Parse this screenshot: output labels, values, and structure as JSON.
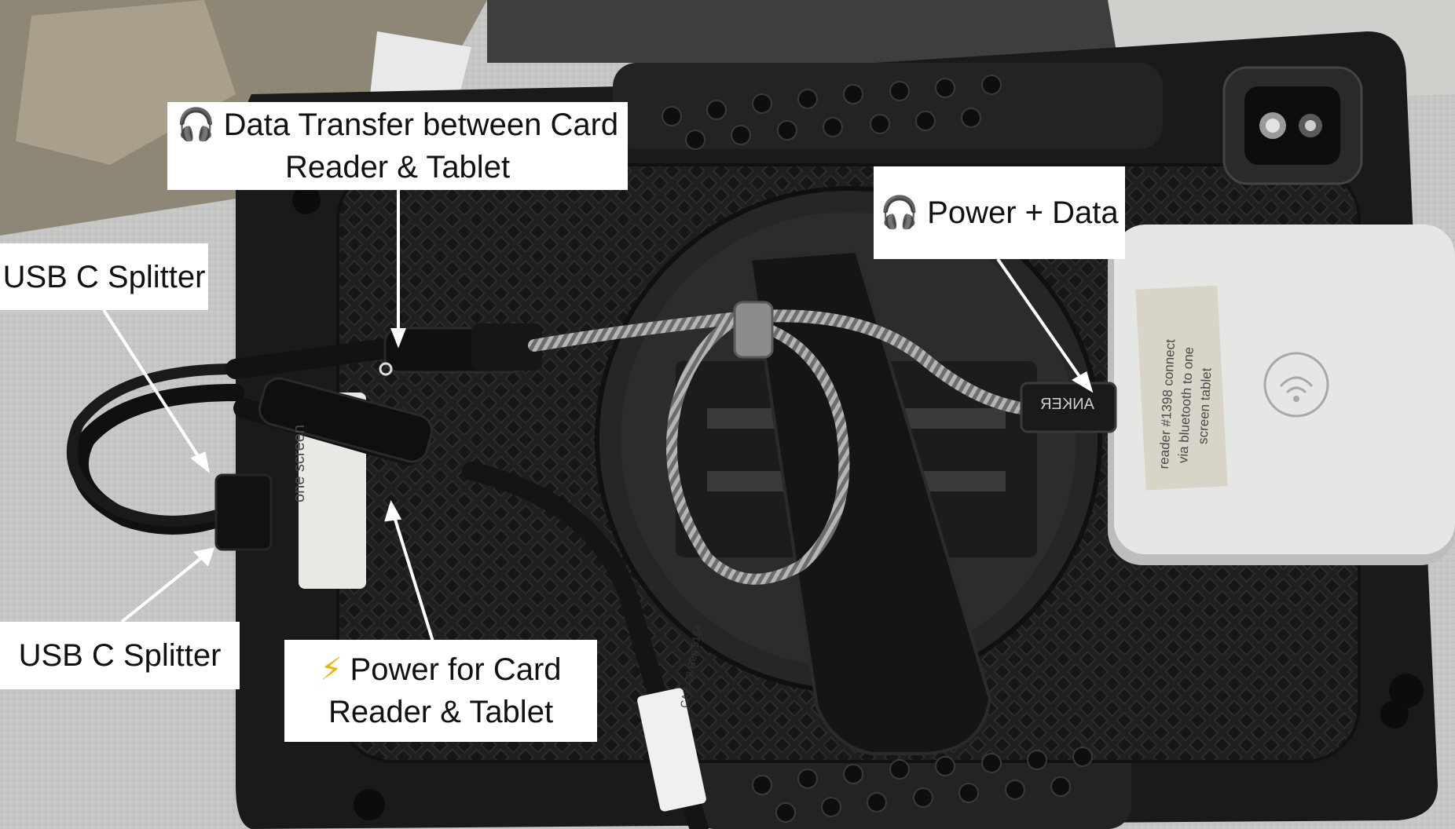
{
  "callouts": {
    "data_transfer": {
      "icon": "🎧",
      "icon_name": "headphones-icon",
      "line1": "Data Transfer between Card",
      "line2": "Reader & Tablet"
    },
    "power_data": {
      "icon": "🎧",
      "icon_name": "headphones-icon",
      "line1": "Power + Data"
    },
    "usb_splitter_top": {
      "line1": "USB C Splitter"
    },
    "usb_splitter_bottom": {
      "line1": "USB C Splitter"
    },
    "power_card_reader": {
      "icon": "⚡",
      "icon_name": "lightning-icon",
      "line1": "Power for Card",
      "line2": "Reader & Tablet"
    }
  },
  "photo_text": {
    "reader_sticker": [
      "reader #1398 connect",
      "via bluetooth to one",
      "screen tablet"
    ],
    "tablet_sticker": "one screen",
    "cable_brand": "ANKER",
    "cable_tag": [
      "CAE",
      "C2",
      "Rep",
      "5154"
    ]
  },
  "colors": {
    "label_background": "#ffffff",
    "arrow": "#ffffff",
    "case": "#1b1b1b",
    "card_reader": "#e6e6e4",
    "background_table": "#c9c9c7"
  }
}
